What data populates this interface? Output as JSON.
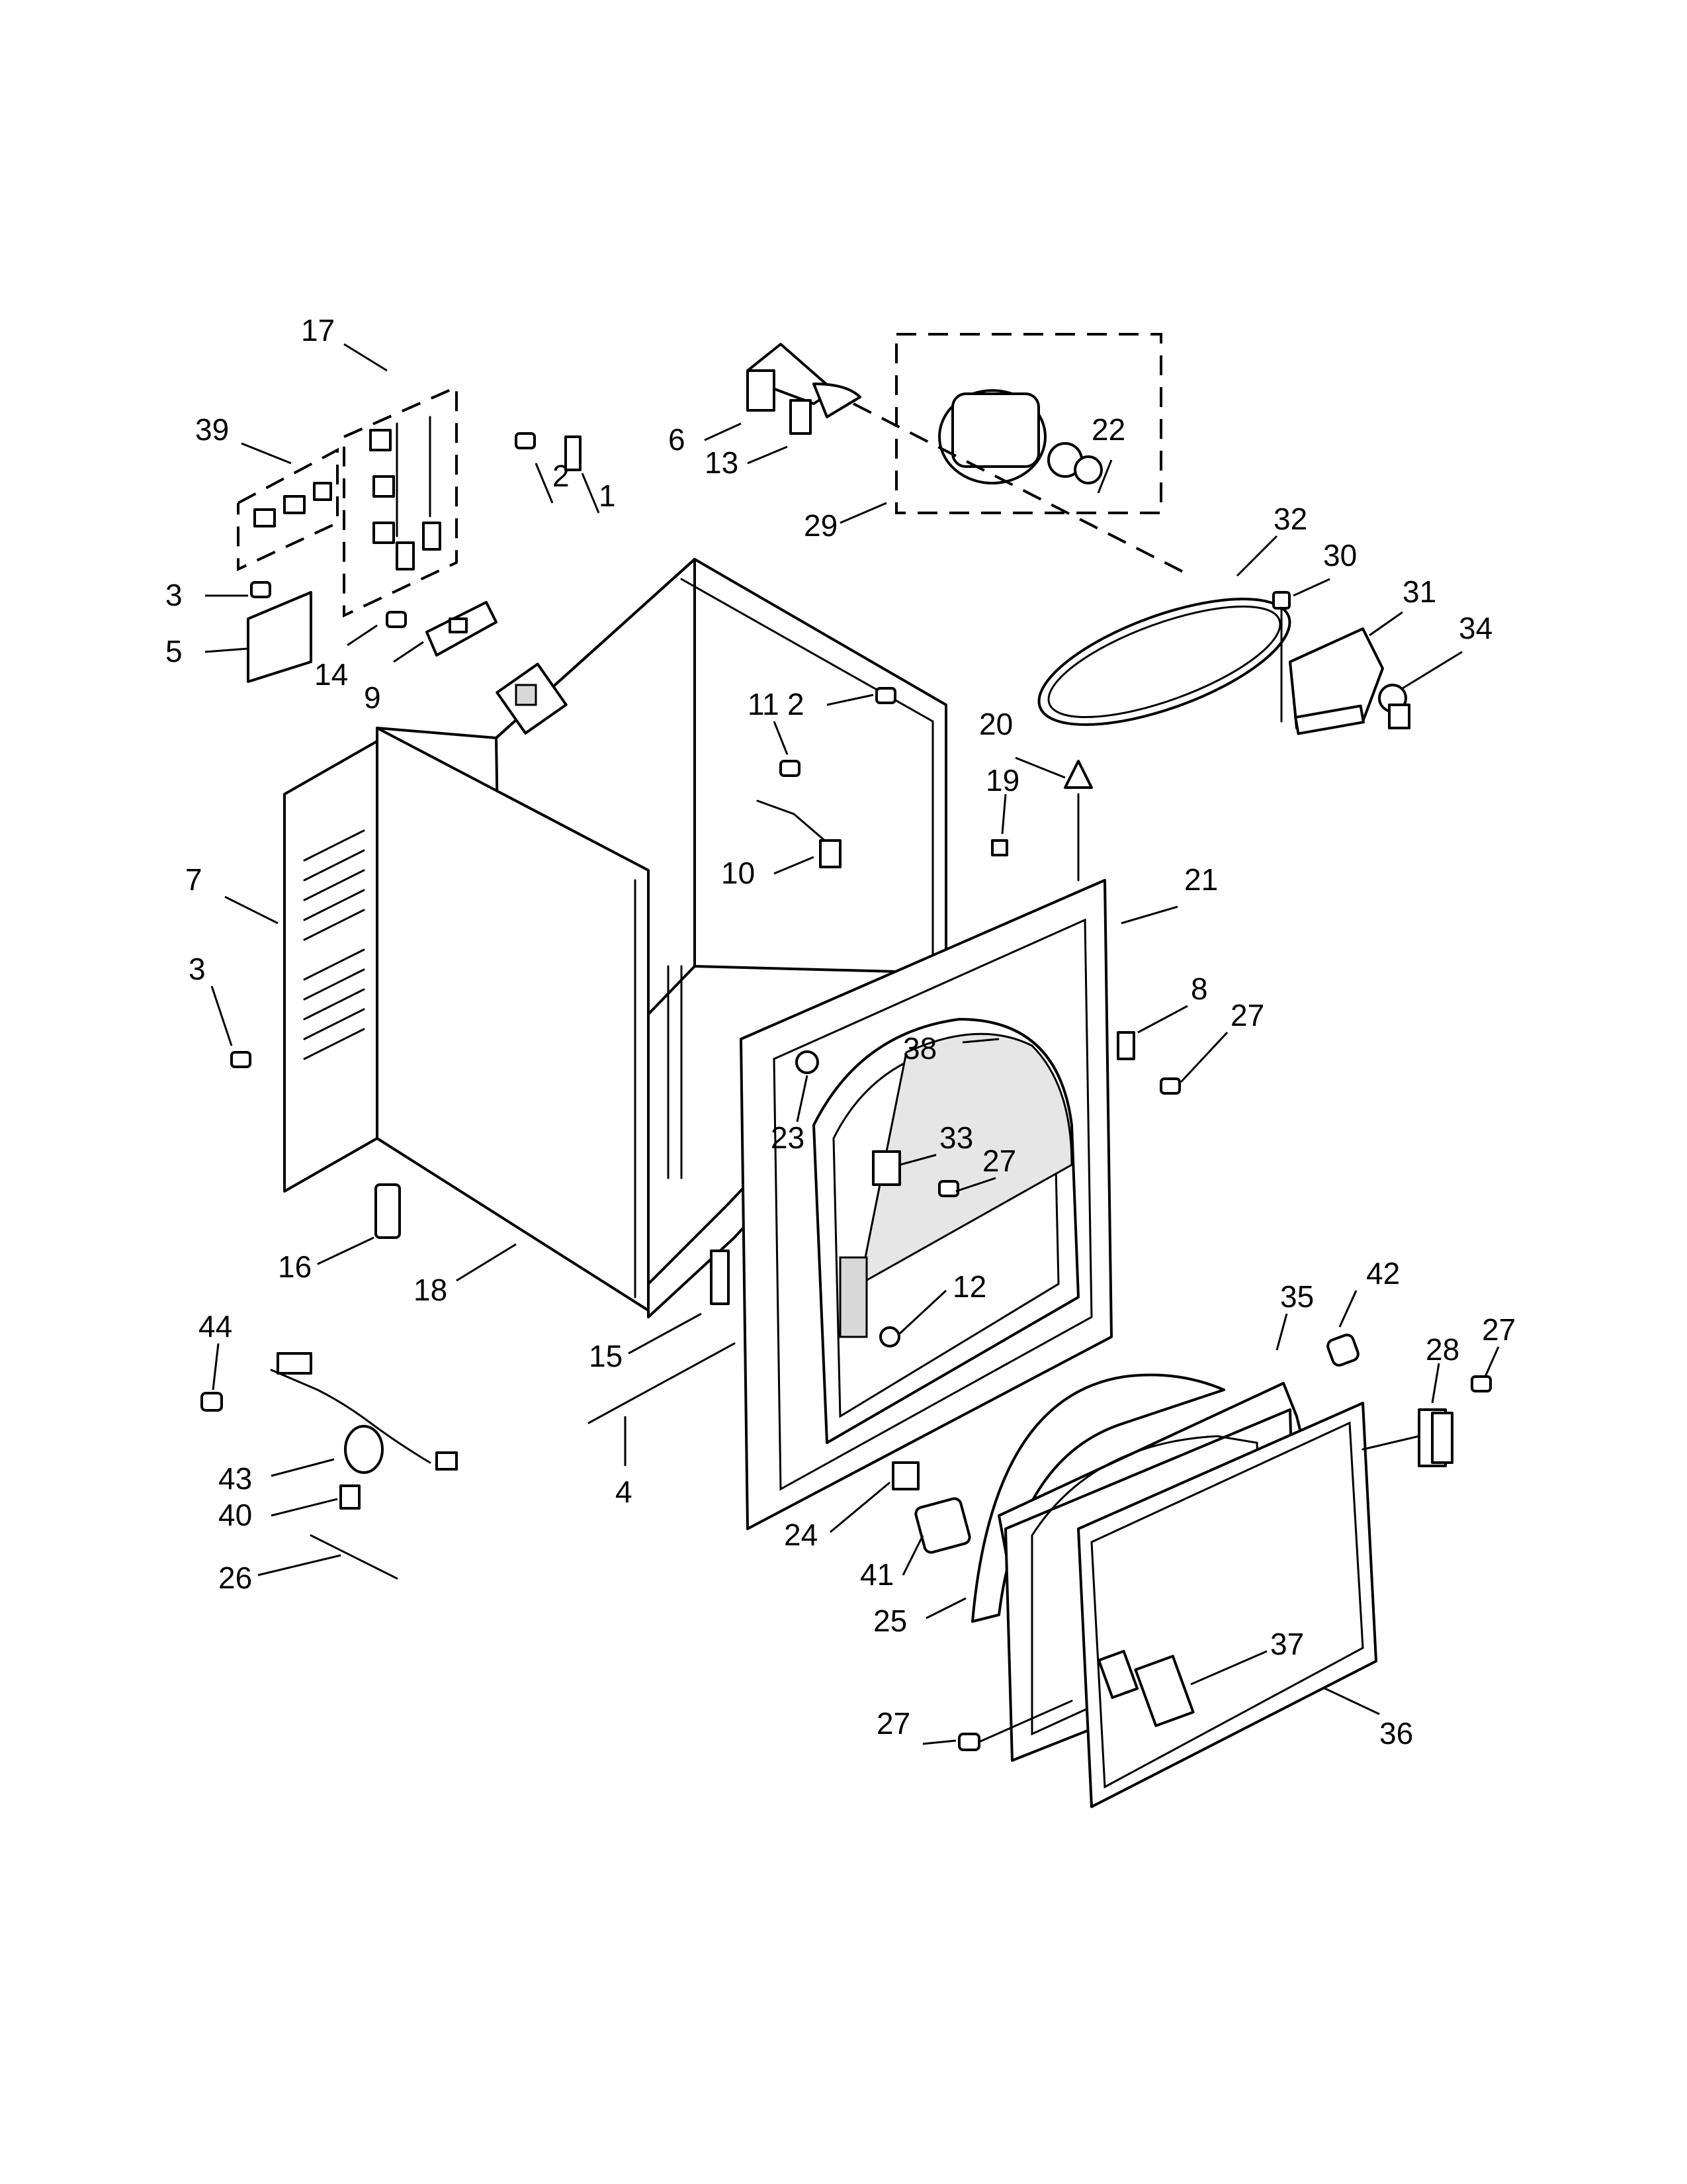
{
  "callouts": [
    {
      "id": "17",
      "label": "17"
    },
    {
      "id": "39",
      "label": "39"
    },
    {
      "id": "3a",
      "label": "3"
    },
    {
      "id": "5",
      "label": "5"
    },
    {
      "id": "14",
      "label": "14"
    },
    {
      "id": "9",
      "label": "9"
    },
    {
      "id": "2a",
      "label": "2"
    },
    {
      "id": "1",
      "label": "1"
    },
    {
      "id": "6",
      "label": "6"
    },
    {
      "id": "13",
      "label": "13"
    },
    {
      "id": "29",
      "label": "29"
    },
    {
      "id": "22",
      "label": "22"
    },
    {
      "id": "32",
      "label": "32"
    },
    {
      "id": "30",
      "label": "30"
    },
    {
      "id": "31",
      "label": "31"
    },
    {
      "id": "34",
      "label": "34"
    },
    {
      "id": "11",
      "label": "11"
    },
    {
      "id": "2b",
      "label": "2"
    },
    {
      "id": "10",
      "label": "10"
    },
    {
      "id": "20",
      "label": "20"
    },
    {
      "id": "19",
      "label": "19"
    },
    {
      "id": "21",
      "label": "21"
    },
    {
      "id": "7",
      "label": "7"
    },
    {
      "id": "3b",
      "label": "3"
    },
    {
      "id": "8",
      "label": "8"
    },
    {
      "id": "27a",
      "label": "27"
    },
    {
      "id": "38",
      "label": "38"
    },
    {
      "id": "23",
      "label": "23"
    },
    {
      "id": "33",
      "label": "33"
    },
    {
      "id": "27b",
      "label": "27"
    },
    {
      "id": "16",
      "label": "16"
    },
    {
      "id": "18",
      "label": "18"
    },
    {
      "id": "12",
      "label": "12"
    },
    {
      "id": "15",
      "label": "15"
    },
    {
      "id": "35",
      "label": "35"
    },
    {
      "id": "42",
      "label": "42"
    },
    {
      "id": "27c",
      "label": "27"
    },
    {
      "id": "28",
      "label": "28"
    },
    {
      "id": "44",
      "label": "44"
    },
    {
      "id": "43",
      "label": "43"
    },
    {
      "id": "4",
      "label": "4"
    },
    {
      "id": "40",
      "label": "40"
    },
    {
      "id": "24",
      "label": "24"
    },
    {
      "id": "41",
      "label": "41"
    },
    {
      "id": "26",
      "label": "26"
    },
    {
      "id": "25",
      "label": "25"
    },
    {
      "id": "37",
      "label": "37"
    },
    {
      "id": "36",
      "label": "36"
    },
    {
      "id": "27d",
      "label": "27"
    }
  ]
}
